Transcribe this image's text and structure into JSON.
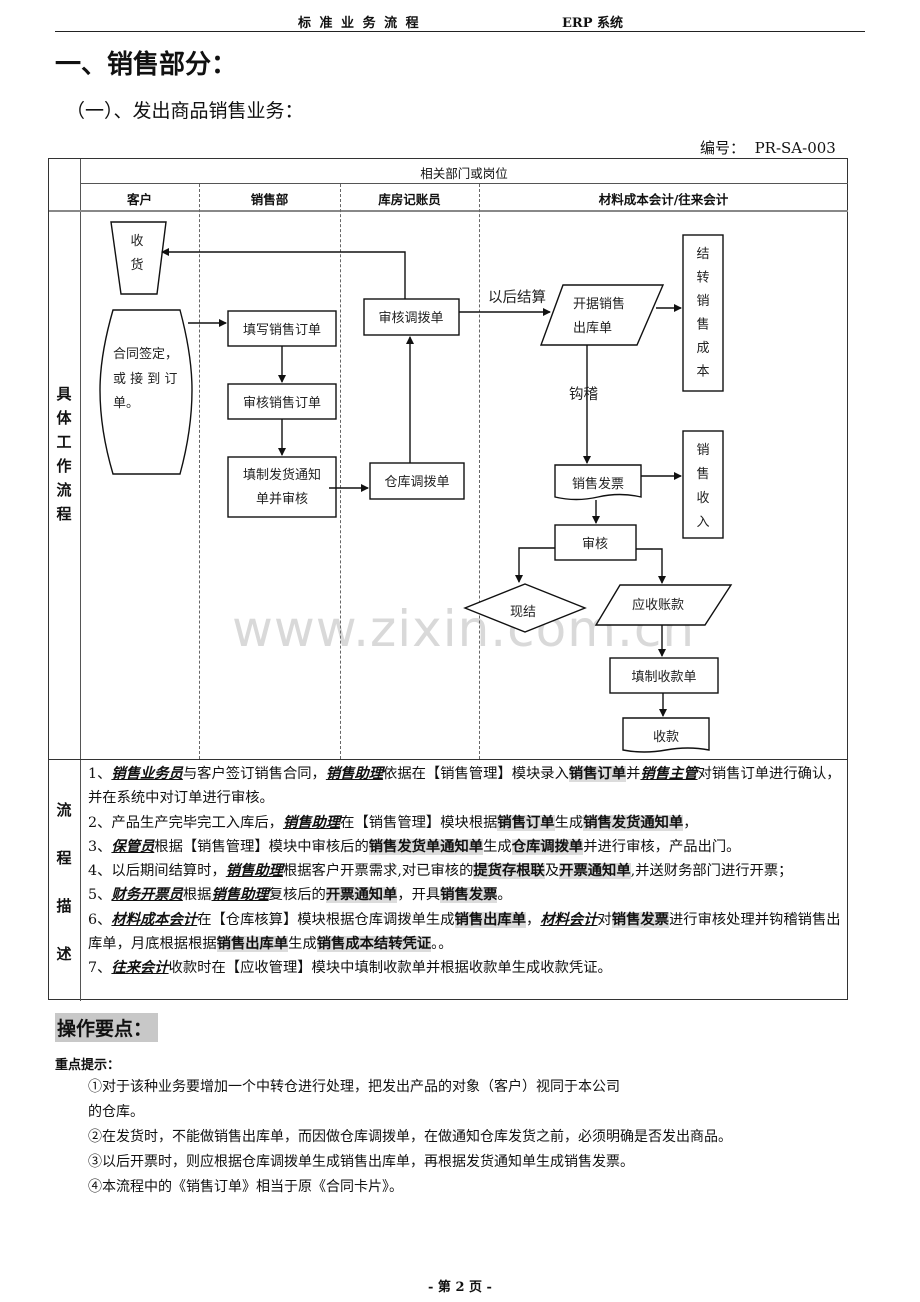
{
  "header": {
    "left": "标 准 业 务 流 程",
    "right": "ERP 系统"
  },
  "title": "一、销售部分：",
  "subtitle": "（一）、发出商品销售业务：",
  "doc_code": {
    "label": "编号：",
    "value": "PR-SA-003"
  },
  "table": {
    "group_header": "相关部门或岗位",
    "columns": [
      "客户",
      "销售部",
      "库房记账员",
      "材料成本会计/往来会计"
    ],
    "flow_row_label": "具体工作流程",
    "desc_row_label": "流程描述"
  },
  "flow": {
    "shouhuo": "收货",
    "contract": [
      "合同签定，",
      "或 接 到 订",
      "单。"
    ],
    "fill_order": "填写销售订单",
    "review_order": "审核销售订单",
    "delivery_notice": [
      "填制发货通知",
      "单并审核"
    ],
    "warehouse_transfer": "仓库调拨单",
    "review_transfer": "审核调拨单",
    "settle_later": "以后结算",
    "outbound": [
      "开据销售",
      "出库单"
    ],
    "cost_carry": [
      "结",
      "转",
      "销",
      "售",
      "成",
      "本"
    ],
    "gouji": "钩稽",
    "invoice": "销售发票",
    "revenue": [
      "销",
      "售",
      "收",
      "入"
    ],
    "audit": "审核",
    "cash": "现结",
    "receivable": "应收账款",
    "receipt_form": "填制收款单",
    "receipt": "收款"
  },
  "description": [
    [
      {
        "t": "1、"
      },
      {
        "t": "销售业务员",
        "s": "role"
      },
      {
        "t": "与客户签订销售合同，"
      },
      {
        "t": "销售助理",
        "s": "role"
      },
      {
        "t": "依据在【销售管理】模块录入"
      },
      {
        "t": "销售订单",
        "s": "hl"
      },
      {
        "t": "并"
      },
      {
        "t": "销售主管",
        "s": "role"
      },
      {
        "t": "对销售订单进行确认，并在系统中对订单进行审核。"
      }
    ],
    [
      {
        "t": "2、产品生产完毕完工入库后，"
      },
      {
        "t": "销售助理",
        "s": "role"
      },
      {
        "t": "在【销售管理】模块根据"
      },
      {
        "t": "销售订单",
        "s": "hl"
      },
      {
        "t": "生成"
      },
      {
        "t": "销售发货通知单",
        "s": "hl"
      },
      {
        "t": "，"
      }
    ],
    [
      {
        "t": "3、"
      },
      {
        "t": "保管员",
        "s": "role"
      },
      {
        "t": "根据【销售管理】模块中审核后的"
      },
      {
        "t": "销售发货单通知单",
        "s": "hl"
      },
      {
        "t": "生成"
      },
      {
        "t": "仓库调拨单",
        "s": "hl"
      },
      {
        "t": "并进行审核，产品出门。"
      }
    ],
    [
      {
        "t": "4、以后期间结算时，"
      },
      {
        "t": "销售助理",
        "s": "role"
      },
      {
        "t": "根据客户开票需求,对已审核的"
      },
      {
        "t": "提货存根联",
        "s": "hl"
      },
      {
        "t": "及"
      },
      {
        "t": "开票通知单",
        "s": "hl"
      },
      {
        "t": ",并送财务部门进行开票；"
      }
    ],
    [
      {
        "t": "5、"
      },
      {
        "t": "财务开票员",
        "s": "role"
      },
      {
        "t": "根据"
      },
      {
        "t": "销售助理",
        "s": "role"
      },
      {
        "t": "复核后的"
      },
      {
        "t": "开票通知单",
        "s": "hl"
      },
      {
        "t": "，开具"
      },
      {
        "t": "销售发票",
        "s": "hl"
      },
      {
        "t": "。"
      }
    ],
    [
      {
        "t": "6、"
      },
      {
        "t": "材料成本会计",
        "s": "role"
      },
      {
        "t": "在【仓库核算】模块根据仓库调拨单生成"
      },
      {
        "t": "销售出库单",
        "s": "hl"
      },
      {
        "t": "，"
      },
      {
        "t": "材料会计",
        "s": "role"
      },
      {
        "t": "对"
      },
      {
        "t": "销售发票",
        "s": "hl"
      },
      {
        "t": "进行审核处理并钩稽销售出库单，月底根据根据"
      },
      {
        "t": "销售出库单",
        "s": "hl"
      },
      {
        "t": "生成"
      },
      {
        "t": "销售成本结转凭证",
        "s": "hl"
      },
      {
        "t": "。。"
      }
    ],
    [
      {
        "t": "7、"
      },
      {
        "t": "往来会计",
        "s": "role"
      },
      {
        "t": "收款时在【应收管理】模块中填制收款单并根据收款单生成收款凭证。"
      }
    ]
  ],
  "ops_title": "操作要点：",
  "key_title": "重点提示：",
  "tips": [
    "①对于该种业务要增加一个中转仓进行处理，把发出产品的对象（客户）视同于本公司",
    "的仓库。",
    "②在发货时，不能做销售出库单，而因做仓库调拨单，在做通知仓库发货之前，必须明确是否发出商品。",
    "③以后开票时，则应根据仓库调拨单生成销售出库单，再根据发货通知单生成销售发票。",
    "④本流程中的《销售订单》相当于原《合同卡片》。"
  ],
  "footer": "- 第 2 页 -",
  "watermark": "www.zixin.com.cn"
}
